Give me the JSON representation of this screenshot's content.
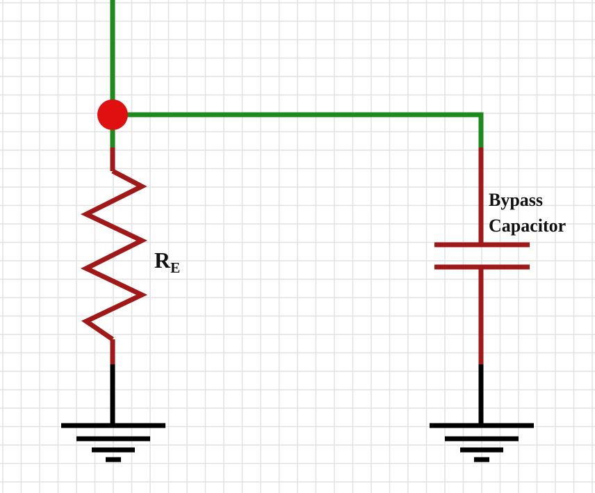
{
  "labels": {
    "resistor_main": "R",
    "resistor_sub": "E",
    "capacitor_line1": "Bypass",
    "capacitor_line2": "Capacitor"
  },
  "colors": {
    "grid": "#e2e2e2",
    "wire": "#1e8a1e",
    "component": "#a01818",
    "ground": "#000000",
    "node": "#e01010",
    "text": "#111111"
  }
}
